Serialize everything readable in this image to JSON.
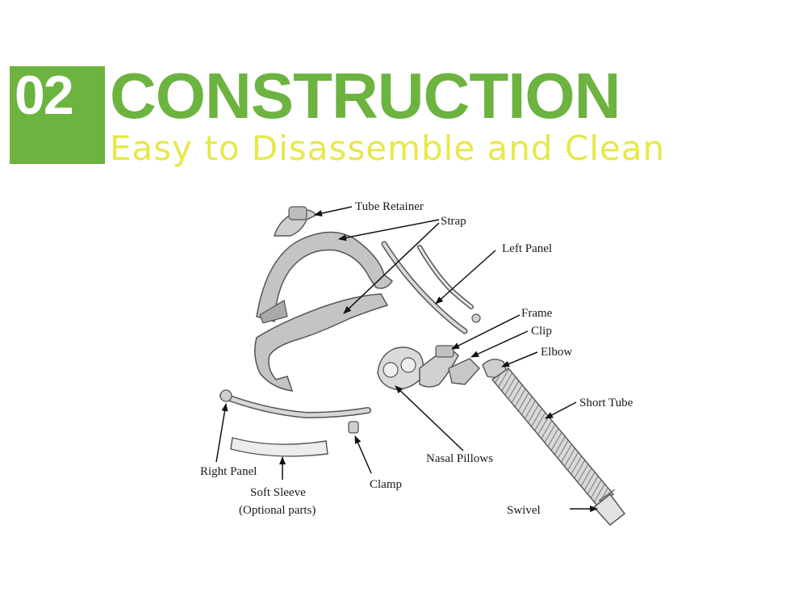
{
  "header": {
    "number": "02",
    "title": "CONSTRUCTION",
    "subtitle": "Easy to Disassemble and Clean"
  },
  "labels": {
    "tube_retainer": "Tube Retainer",
    "strap": "Strap",
    "left_panel": "Left Panel",
    "frame": "Frame",
    "clip": "Clip",
    "elbow": "Elbow",
    "short_tube": "Short Tube",
    "nasal_pillows": "Nasal Pillows",
    "swivel": "Swivel",
    "right_panel": "Right Panel",
    "soft_sleeve": "Soft Sleeve",
    "optional_parts": "(Optional parts)",
    "clamp": "Clamp"
  },
  "colors": {
    "accent": "#6cb33f",
    "subtitle": "#e6e84a",
    "part_fill": "#c8c8c8",
    "part_stroke": "#555555"
  }
}
